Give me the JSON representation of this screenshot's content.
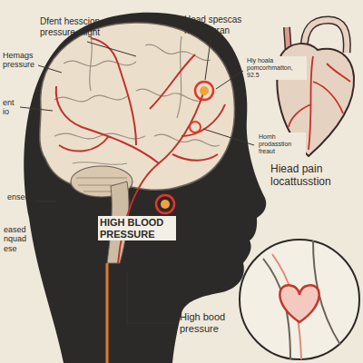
{
  "diagram": {
    "labels": [
      "Dfent hesscion pressure might",
      "Head spescas hemt sgran",
      "Hemags pressure",
      "Hly hoala pomcorhmatton, 92.5",
      "ent io",
      "Homh prodasstion freaut",
      "Hiead pain locattusstion",
      "ensed",
      "HIGH BLOOD PRESSURE",
      "eased nquad ese",
      "High bood pressure"
    ]
  }
}
